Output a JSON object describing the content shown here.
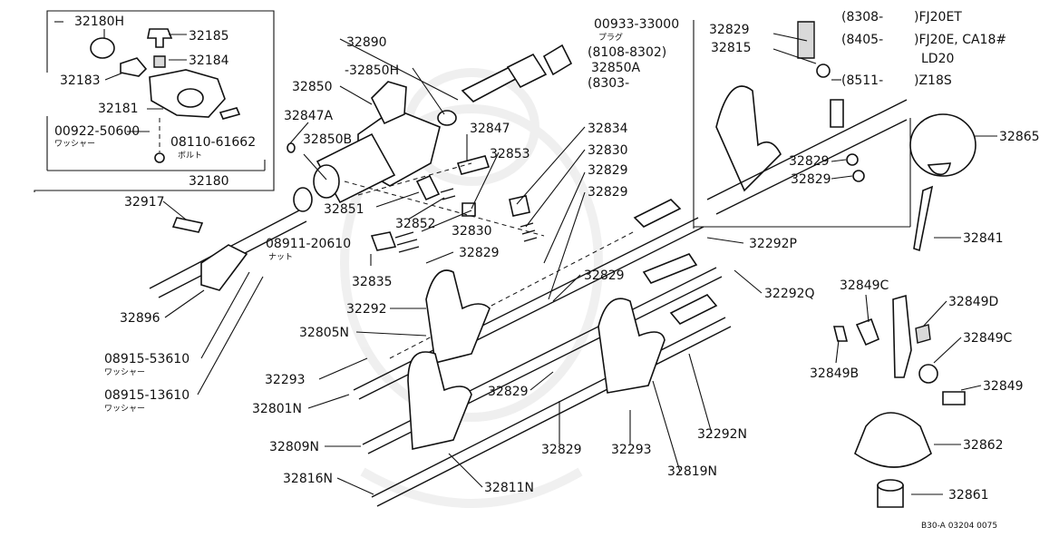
{
  "labels": {
    "p32180H": "32180H",
    "p32185": "32185",
    "p32184": "32184",
    "p32183": "32183",
    "p32181": "32181",
    "p00922": "00922-50600",
    "washer_jp1": "ワッシャー",
    "p08110": "08110-61662",
    "bolt_jp": "ボルト",
    "p32180": "32180",
    "p00933": "00933-33000",
    "plug_jp": "プラグ",
    "r8108": "(8108-8302)",
    "p32850A": "32850A",
    "r8303": "(8303-",
    "p32890": "32890",
    "p32850H": "-32850H",
    "p32850": "32850",
    "p32847A": "32847A",
    "p32850B": "32850B",
    "p32847": "32847",
    "p32853": "32853",
    "p32834": "32834",
    "p32830a": "32830",
    "p32829a": "32829",
    "p32829b": "32829",
    "p32851": "32851",
    "p32852": "32852",
    "p32830b": "32830",
    "p32829c": "32829",
    "p32917": "32917",
    "p08911": "08911-20610",
    "nut_jp": "ナット",
    "p32835": "32835",
    "p32829d": "32829",
    "p32292": "32292",
    "p32805N": "32805N",
    "p32896": "32896",
    "p08915a": "08915-53610",
    "washer_jp2": "ワッシャー",
    "p32293a": "32293",
    "p08915b": "08915-13610",
    "washer_jp3": "ワッシャー",
    "p32801N": "32801N",
    "p32809N": "32809N",
    "p32816N": "32816N",
    "p32811N": "32811N",
    "p32829e": "32829",
    "p32829f": "32829",
    "p32293b": "32293",
    "p32819N": "32819N",
    "p32292N": "32292N",
    "p32292P": "32292P",
    "p32292Q": "32292Q",
    "p32829g": "32829",
    "p32815": "32815",
    "r8308": "(8308-",
    "m_fj20et": ")FJ20ET",
    "r8405": "(8405-",
    "m_fj20e": ")FJ20E, CA18#",
    "m_ld20": "LD20",
    "r8511": "(8511-",
    "m_z18s": ")Z18S",
    "p32829h": "32829",
    "p32829i": "32829",
    "p32865": "32865",
    "p32841": "32841",
    "p32849C_a": "32849C",
    "p32849D": "32849D",
    "p32849C_b": "32849C",
    "p32849B": "32849B",
    "p32849": "32849",
    "p32862": "32862",
    "p32861": "32861",
    "ref": "B30-A 03204 0075"
  }
}
